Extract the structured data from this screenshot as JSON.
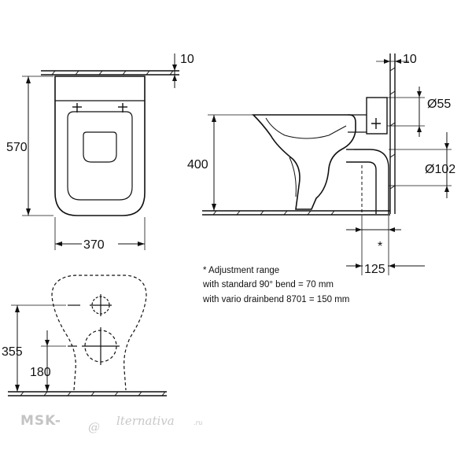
{
  "dimensions": {
    "top_left_thickness": "10",
    "top_right_thickness": "10",
    "height_570": "570",
    "width_370": "370",
    "height_400": "400",
    "pipe_55": "Ø55",
    "pipe_102": "Ø102",
    "offset_125": "125",
    "height_355": "355",
    "height_180": "180",
    "adjust_marker": "*"
  },
  "notes": {
    "line1": "* Adjustment range",
    "line2": "with standard 90° bend = 70 mm",
    "line3": "with vario drainbend 8701 = 150 mm"
  },
  "watermark": {
    "prefix": "MSK-",
    "at": "@",
    "suffix": "lternativa",
    "tld": ".ru"
  }
}
